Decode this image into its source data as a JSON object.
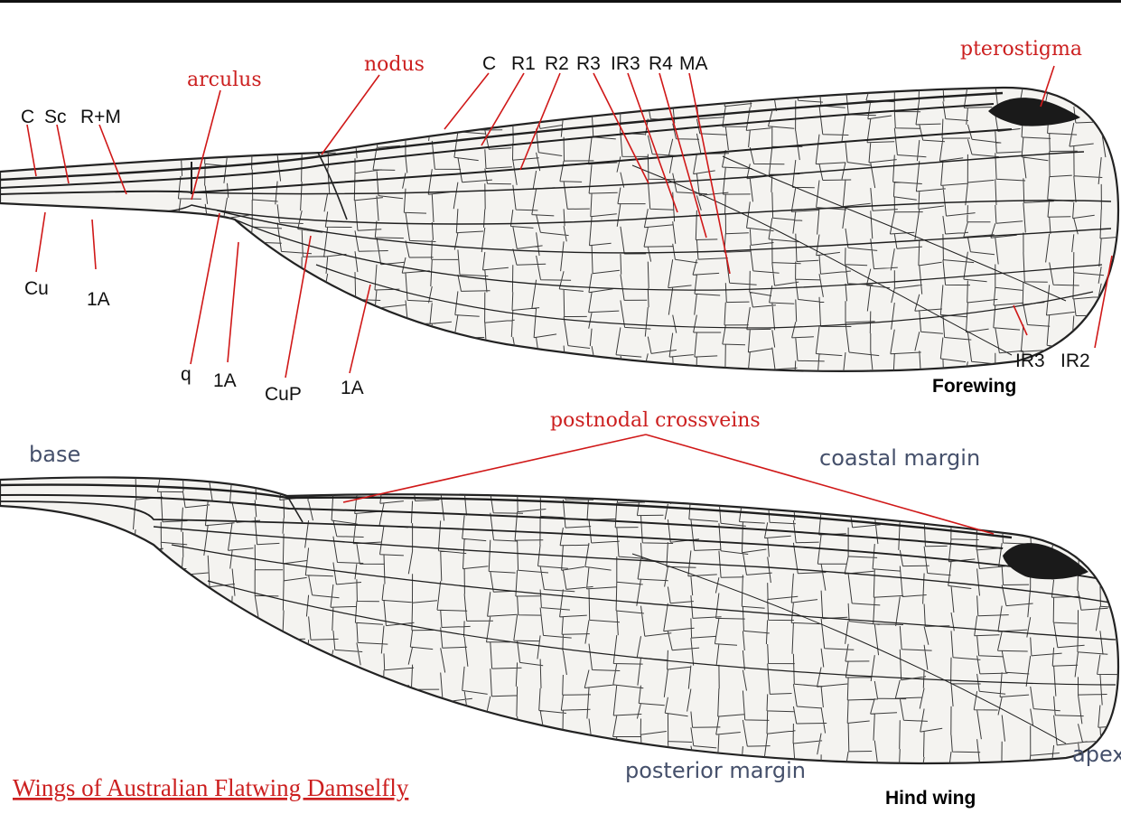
{
  "title": "Wings of Australian Flatwing Damselfly",
  "forewing": {
    "name": "Forewing",
    "labels": {
      "c_base": "C",
      "sc": "Sc",
      "rm": "R+M",
      "cu": "Cu",
      "a1_base": "1A",
      "arculus": "arculus",
      "nodus": "nodus",
      "c_top": "C",
      "r1": "R1",
      "r2": "R2",
      "r3": "R3",
      "ir3_top": "IR3",
      "r4": "R4",
      "ma": "MA",
      "pterostigma": "pterostigma",
      "q": "q",
      "a1_mid": "1A",
      "cup": "CuP",
      "a1_right": "1A",
      "ir3_bottom": "IR3",
      "ir2": "IR2"
    }
  },
  "hindwing": {
    "name": "Hind wing",
    "labels": {
      "postnodal": "postnodal crossveins",
      "base": "base",
      "coastal_margin": "coastal margin",
      "posterior_margin": "posterior margin",
      "apex": "apex"
    }
  },
  "colors": {
    "label_red": "#cc1f1f",
    "label_blue": "#45506b",
    "vein": "#2a2a2a",
    "stigma": "#1a1a1a"
  }
}
